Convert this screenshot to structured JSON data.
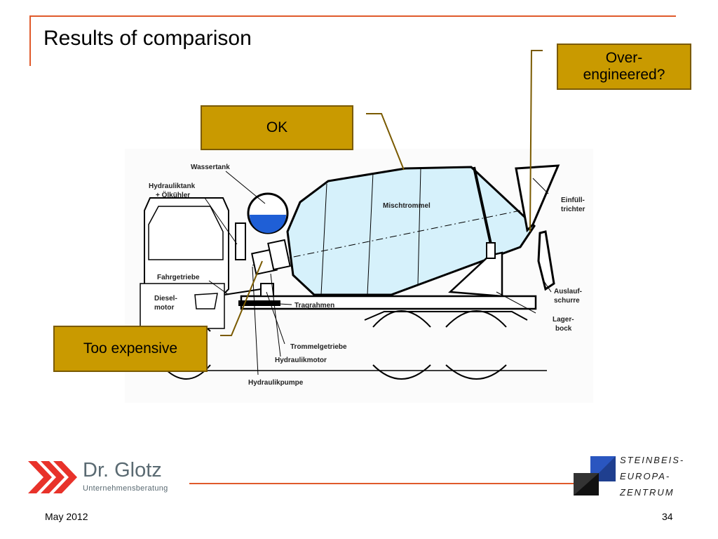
{
  "slide": {
    "title": "Results of comparison",
    "page_number": "34",
    "date": "May 2012"
  },
  "callouts": {
    "ok": "OK",
    "over_engineered_line1": "Over-",
    "over_engineered_line2": "engineered?",
    "too_expensive": "Too expensive"
  },
  "diagram_labels": {
    "wassertank": "Wassertank",
    "hydrauliktank_1": "Hydrauliktank",
    "hydrauliktank_2": "+ Ölkühler",
    "mischtrommel": "Mischtrommel",
    "einfuell_1": "Einfüll-",
    "einfuell_2": "trichter",
    "fahrgetriebe": "Fahrgetriebe",
    "diesel_1": "Diesel-",
    "diesel_2": "motor",
    "tragrahmen": "Tragrahmen",
    "auslauf_1": "Auslauf-",
    "auslauf_2": "schurre",
    "lager_1": "Lager-",
    "lager_2": "bock",
    "trommelgetriebe": "Trommelgetriebe",
    "hydraulikmotor": "Hydraulikmotor",
    "hydraulikpumpe": "Hydraulikpumpe"
  },
  "logos": {
    "left_name": "Dr. Glotz",
    "left_sub": "Unternehmensberatung",
    "right_line1": "STEINBEIS-",
    "right_line2": "EUROPA-",
    "right_line3": "ZENTRUM"
  },
  "colors": {
    "accent_rule": "#e05a2b",
    "callout_fill": "#c99a00",
    "drum_fill": "#d6f1fb",
    "water_fill": "#1f5fd6",
    "logo_red": "#e8322a",
    "logo_blue": "#1f3f8f"
  }
}
